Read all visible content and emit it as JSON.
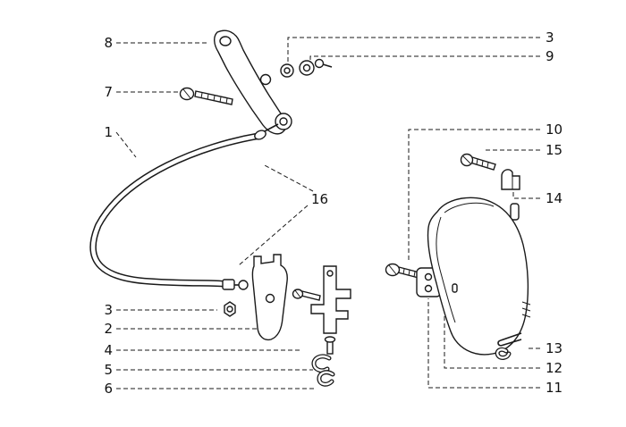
{
  "diagram": {
    "background_color": "#ffffff",
    "line_color": "#1a1a1a",
    "callouts": [
      {
        "label": "8"
      },
      {
        "label": "7"
      },
      {
        "label": "1"
      },
      {
        "label": "3"
      },
      {
        "label": "2"
      },
      {
        "label": "4"
      },
      {
        "label": "5"
      },
      {
        "label": "6"
      },
      {
        "label": "3"
      },
      {
        "label": "9"
      },
      {
        "label": "10"
      },
      {
        "label": "15"
      },
      {
        "label": "14"
      },
      {
        "label": "13"
      },
      {
        "label": "12"
      },
      {
        "label": "11"
      },
      {
        "label": "16"
      }
    ]
  }
}
